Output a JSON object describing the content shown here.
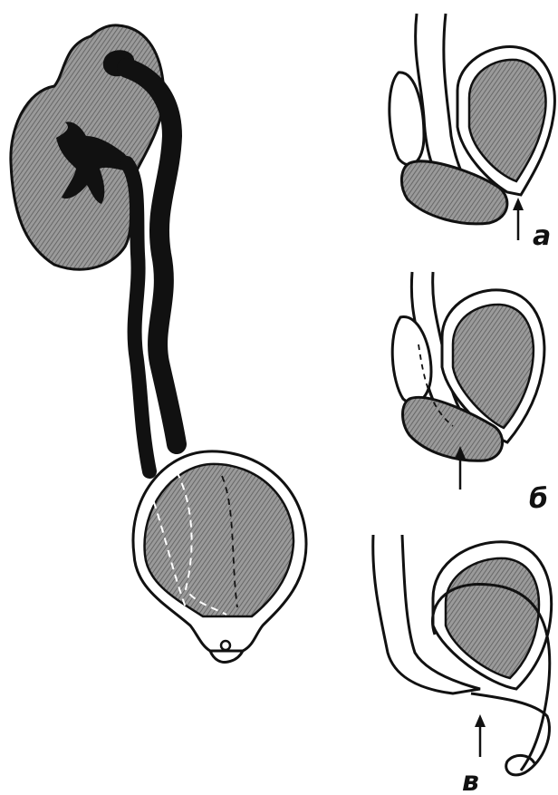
{
  "figure": {
    "labels": {
      "a": "а",
      "b": "б",
      "v": "в"
    },
    "colors": {
      "ink": "#111111",
      "hatch_fill": "#8a8a8a",
      "background": "#ffffff"
    }
  }
}
